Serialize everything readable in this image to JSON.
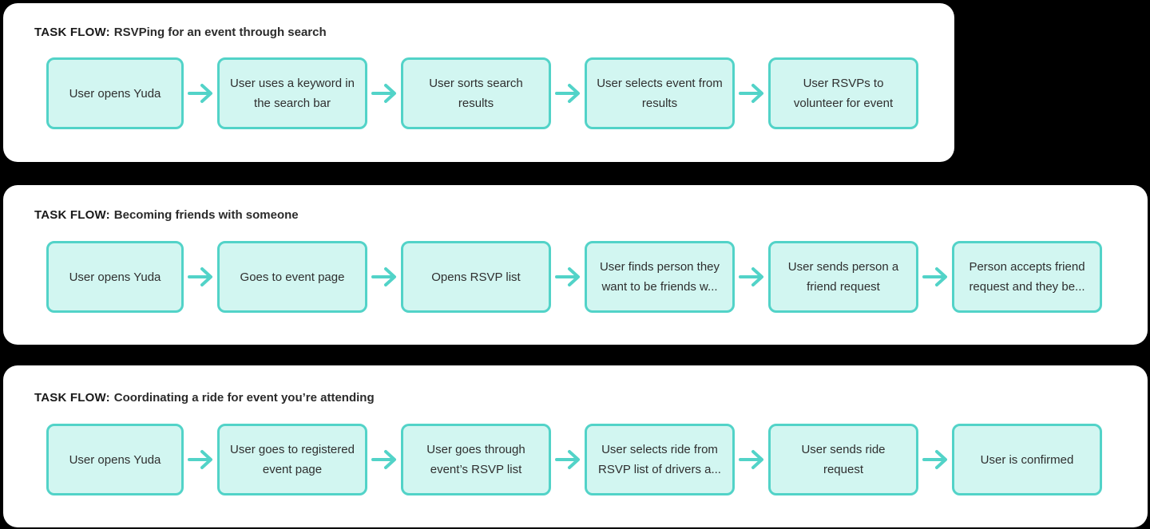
{
  "colors": {
    "page_background": "#000000",
    "panel_background": "#ffffff",
    "accent": "#52d3c8",
    "box_fill": "#d2f6f1",
    "box_text": "#2f2f2f",
    "title_label_text": "#191919",
    "title_text": "#2b2b2b"
  },
  "icons": {
    "step_connector": "arrow-right"
  },
  "flows": [
    {
      "label": "TASK FLOW:",
      "title": "RSVPing for an event through search",
      "steps": [
        "User opens Yuda",
        "User uses a keyword in the search bar",
        "User sorts search results",
        "User selects event from results",
        "User RSVPs to volunteer for event"
      ]
    },
    {
      "label": "TASK FLOW:",
      "title": "Becoming friends with someone",
      "steps": [
        "User opens Yuda",
        "Goes to event page",
        "Opens RSVP list",
        "User finds person they want to be friends w...",
        "User sends person a friend request",
        "Person accepts friend request and they be..."
      ]
    },
    {
      "label": "TASK FLOW:",
      "title": "Coordinating a ride for event you’re attending",
      "steps": [
        "User opens Yuda",
        "User goes to registered event page",
        "User goes through event’s RSVP list",
        "User selects ride from RSVP list of drivers a...",
        "User sends ride request",
        "User is confirmed"
      ]
    }
  ]
}
